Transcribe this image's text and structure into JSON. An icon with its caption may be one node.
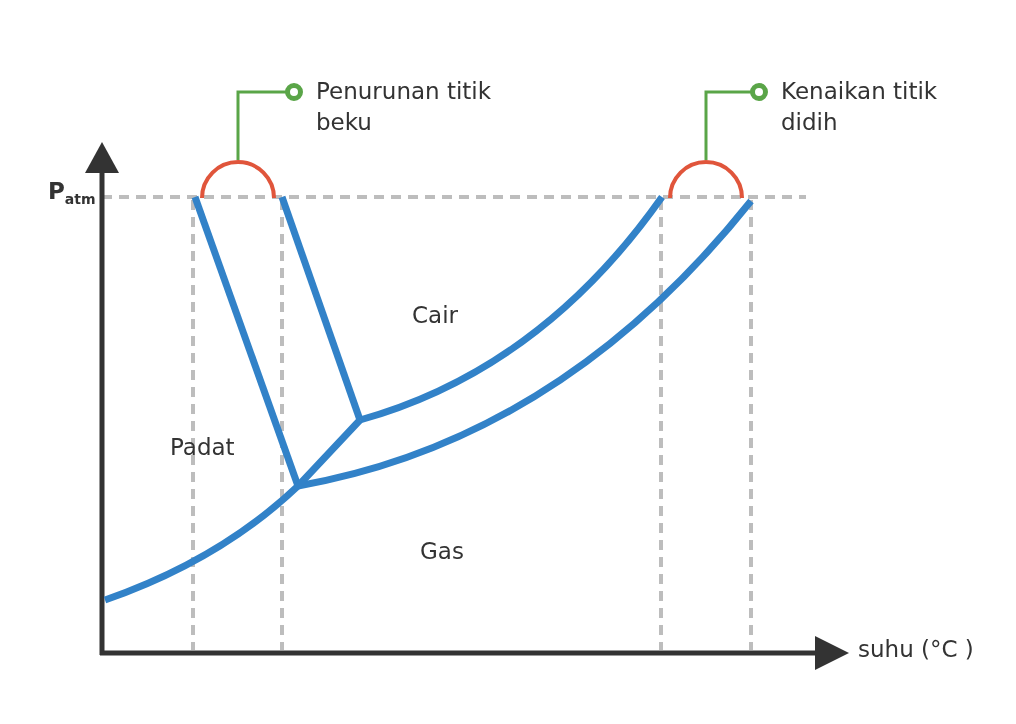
{
  "diagram": {
    "nodes": [
      {
        "text": [
          "Penurunan titik beku"
        ]
      },
      {
        "text": [],
        "shape": "arc"
      },
      {
        "text": [
          "Kenaikan titik didih"
        ]
      },
      {
        "text": [],
        "shape": "arc"
      }
    ],
    "edges": [
      {
        "from": 0,
        "to": 1,
        "arrow": "other"
      },
      {
        "from": 2,
        "to": 3,
        "arrow": "other"
      }
    ],
    "labels": [
      "P$_{atm}$",
      "Cair",
      "Padat",
      "Gas",
      "suhu (°C )"
    ]
  }
}
